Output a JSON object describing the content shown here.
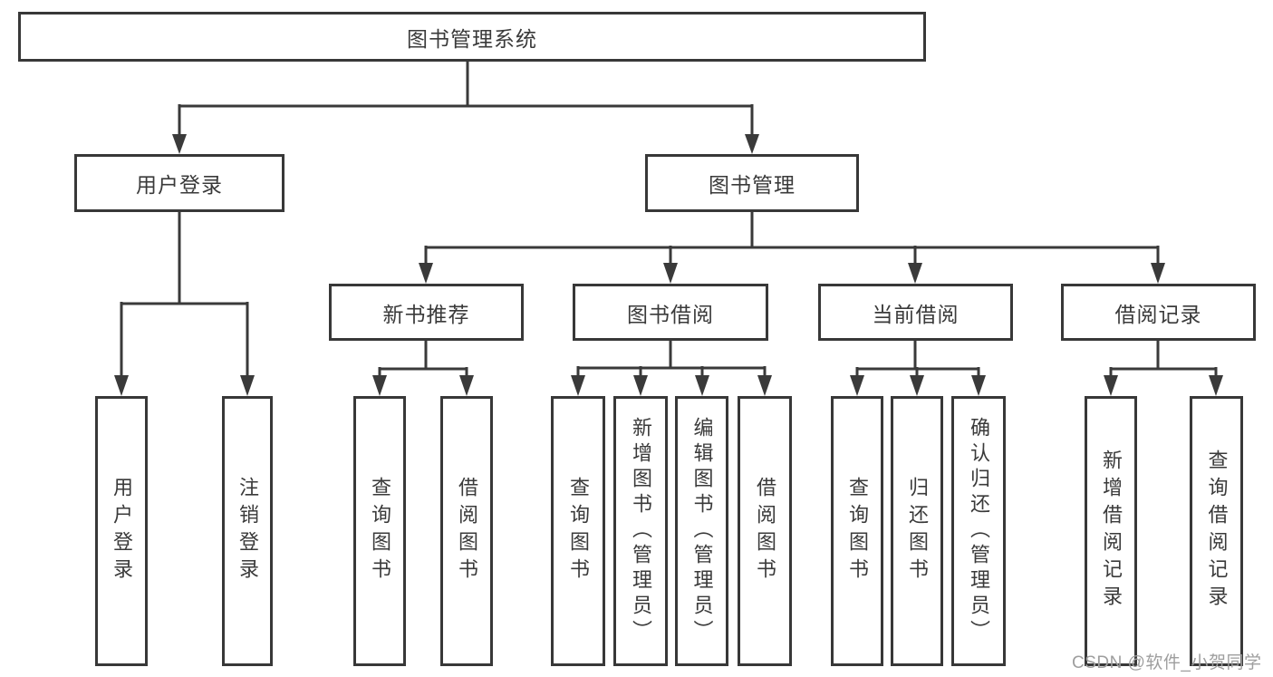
{
  "diagram": {
    "root": {
      "label": "图书管理系统"
    },
    "branches": [
      {
        "label": "用户登录",
        "children": [
          {
            "label": "用户登录"
          },
          {
            "label": "注销登录"
          }
        ]
      },
      {
        "label": "图书管理",
        "children": [
          {
            "label": "新书推荐",
            "children": [
              {
                "label": "查询图书"
              },
              {
                "label": "借阅图书"
              }
            ]
          },
          {
            "label": "图书借阅",
            "children": [
              {
                "label": "查询图书"
              },
              {
                "label": "新增图书（管理员）"
              },
              {
                "label": "编辑图书（管理员）"
              },
              {
                "label": "借阅图书"
              }
            ]
          },
          {
            "label": "当前借阅",
            "children": [
              {
                "label": "查询图书"
              },
              {
                "label": "归还图书"
              },
              {
                "label": "确认归还（管理员）"
              }
            ]
          },
          {
            "label": "借阅记录",
            "children": [
              {
                "label": "新增借阅记录"
              },
              {
                "label": "查询借阅记录"
              }
            ]
          }
        ]
      }
    ]
  },
  "watermark": {
    "text": "CSDN @软件_小贺同学"
  },
  "colors": {
    "line": "#3a3a3a",
    "box_border": "#383838",
    "text": "#3a3a3a",
    "watermark": "#9e9e9e",
    "background": "#ffffff"
  }
}
